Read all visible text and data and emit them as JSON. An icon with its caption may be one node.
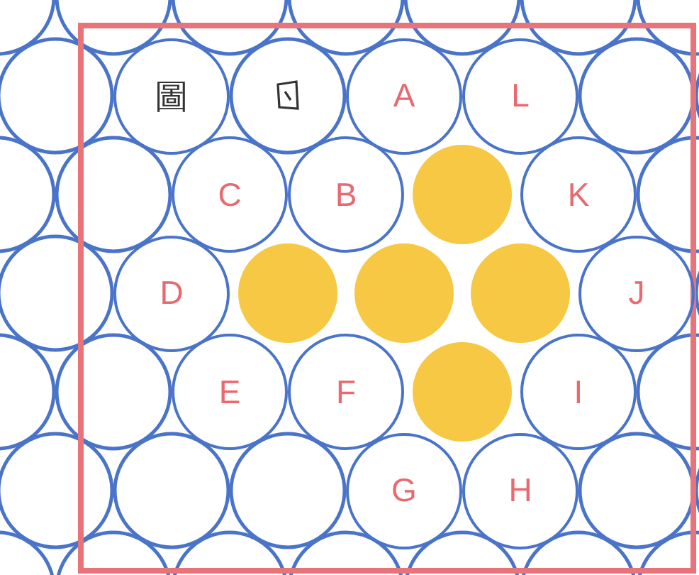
{
  "diagram": {
    "nodes": [
      {
        "text": [
          "圖"
        ]
      },
      {
        "text": [
          "A"
        ]
      },
      {
        "text": [
          "L"
        ]
      },
      {
        "text": [
          "C"
        ]
      },
      {
        "text": [
          "B"
        ]
      },
      {
        "text": [
          "K"
        ]
      },
      {
        "text": [
          "D"
        ]
      },
      {
        "text": [
          "J"
        ]
      },
      {
        "text": [
          "E"
        ]
      },
      {
        "text": [
          "F"
        ]
      },
      {
        "text": [
          "I"
        ]
      },
      {
        "text": [
          "G"
        ]
      },
      {
        "text": [
          "H"
        ]
      }
    ]
  }
}
